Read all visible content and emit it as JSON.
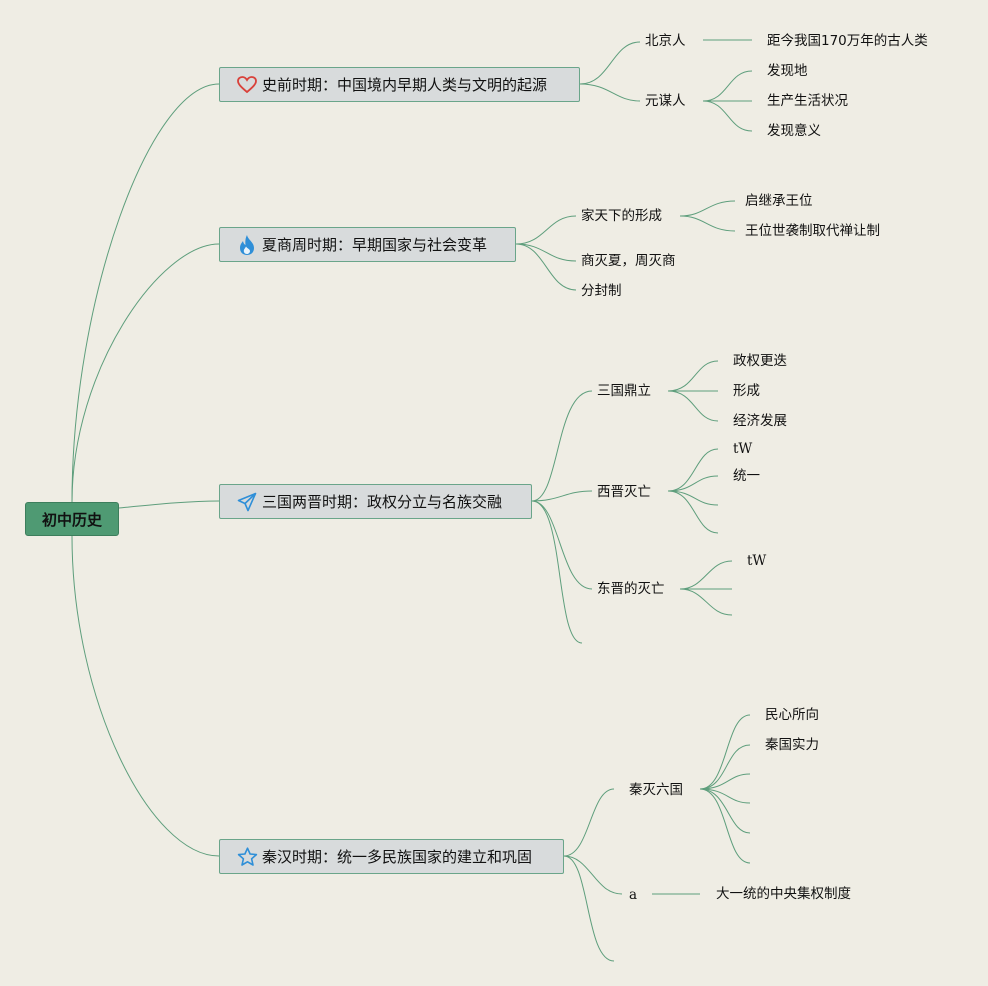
{
  "root": {
    "label": "初中历史"
  },
  "topics": [
    {
      "icon": "heart-icon",
      "label": "史前时期：中国境内早期人类与文明的起源"
    },
    {
      "icon": "flame-icon",
      "label": "夏商周时期：早期国家与社会变革"
    },
    {
      "icon": "paper-plane-icon",
      "label": "三国两晋时期：政权分立与名族交融"
    },
    {
      "icon": "star-icon",
      "label": "秦汉时期：统一多民族国家的建立和巩固"
    }
  ],
  "nodes": {
    "beijingren": "北京人",
    "beijingren_desc": "距今我国170万年的古人类",
    "yuanmouren": "元谋人",
    "faxiandi": "发现地",
    "shengchan": "生产生活状况",
    "faxianyiyi": "发现意义",
    "jiatianxia": "家天下的形成",
    "qiji": "启继承王位",
    "wangwei": "王位世袭制取代禅让制",
    "shangmie": "商灭夏，周灭商",
    "fenfeng": "分封制",
    "sanguo": "三国鼎立",
    "zhengquan": "政权更迭",
    "xingcheng": "形成",
    "jingji": "经济发展",
    "xijin": "西晋灭亡",
    "tw1": "tW",
    "tongyi": "统一",
    "dongjin": "东晋的灭亡",
    "tw2": "tW",
    "qinmie": "秦灭六国",
    "minxin": "民心所向",
    "qinguo": "秦国实力",
    "a": "a",
    "dayitong": "大一统的中央集权制度"
  },
  "colors": {
    "background": "#efede4",
    "line": "#5e9e7c",
    "root_fill": "#4f9a73",
    "topic_fill": "#d8dbdc",
    "topic_border": "#6aa58a",
    "heart": "#d9413a",
    "flame": "#2f8fd8",
    "plane": "#2f8fd8",
    "star": "#2f8fd8"
  }
}
